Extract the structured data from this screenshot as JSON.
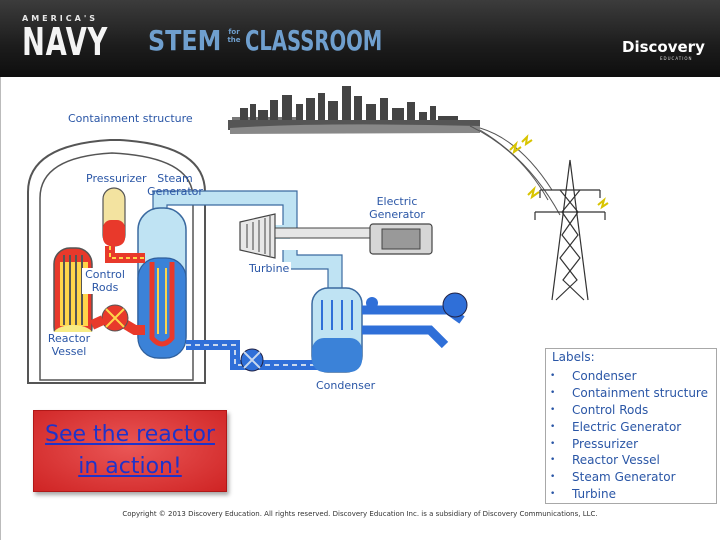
{
  "header": {
    "navy_small": "AMERICA'S",
    "navy": "NAVY",
    "stem": "STEM",
    "stem_for_the": "for the",
    "classroom": "CLASSROOM",
    "discovery": "Discovery",
    "discovery_sub": "EDUCATION"
  },
  "diagram": {
    "containment_label": "Containment structure",
    "pressurizer_label": "Pressurizer",
    "steam_generator_label": "Steam Generator",
    "electric_generator_label": "Electric Generator",
    "turbine_label": "Turbine",
    "control_rods_label": "Control Rods",
    "reactor_vessel_label": "Reactor Vessel",
    "condenser_label": "Condenser"
  },
  "labels_panel": {
    "title": "Labels:",
    "items": [
      "Condenser",
      "Containment structure",
      "Control Rods",
      "Electric Generator",
      "Pressurizer",
      "Reactor Vessel",
      "Steam Generator",
      "Turbine"
    ]
  },
  "action_button": {
    "label": "See the reactor in action!"
  },
  "footer": {
    "copyright": "Copyright © 2013 Discovery Education. All rights reserved. Discovery Education Inc. is a subsidiary of Discovery Communications, LLC."
  },
  "colors": {
    "banner": "#1c1c1c",
    "label_text": "#2a56a6",
    "hot_pipe": "#e8392b",
    "cold_pipe": "#2f6fd8",
    "steam": "#bfe3f3",
    "button": "#d93434"
  }
}
